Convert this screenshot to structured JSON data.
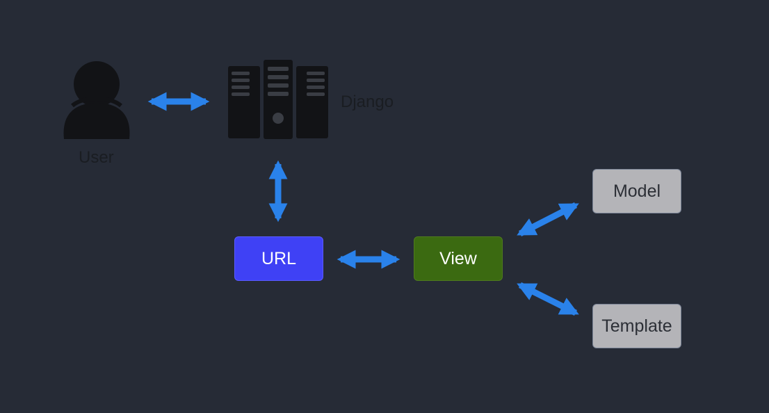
{
  "colors": {
    "background": "#262b36",
    "arrow": "#2a82ea",
    "icon": "#121316",
    "url_fill": "#3f41f5",
    "view_fill": "#3b6a11",
    "neutral_fill": "#b4b4b8"
  },
  "icons": {
    "user": "user-icon",
    "server": "server-icon"
  },
  "labels": {
    "user": "User",
    "django": "Django"
  },
  "nodes": {
    "url": "URL",
    "view": "View",
    "model": "Model",
    "template": "Template"
  },
  "connections": [
    {
      "from": "User",
      "to": "Django",
      "direction": "bidirectional"
    },
    {
      "from": "Django",
      "to": "URL",
      "direction": "bidirectional"
    },
    {
      "from": "URL",
      "to": "View",
      "direction": "bidirectional"
    },
    {
      "from": "View",
      "to": "Model",
      "direction": "bidirectional"
    },
    {
      "from": "View",
      "to": "Template",
      "direction": "bidirectional"
    }
  ]
}
